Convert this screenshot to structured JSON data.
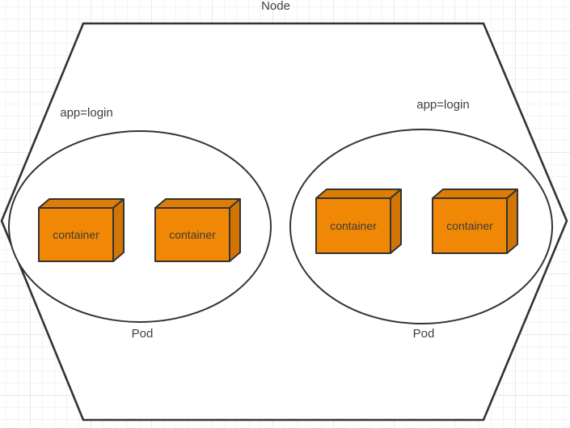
{
  "colors": {
    "container_front": "#f18805",
    "container_top": "#de7d05",
    "container_side": "#d37504",
    "shape_outline": "#333333",
    "label_text": "#3f3f3f",
    "canvas_background": "#ffffff",
    "grid_minor": "#f3f3f3",
    "grid_major": "#e9e9e9"
  },
  "diagram": {
    "node_label": "Node",
    "pods": [
      {
        "app_label": "app=login",
        "pod_label": "Pod",
        "containers": [
          {
            "label": "container"
          },
          {
            "label": "container"
          }
        ]
      },
      {
        "app_label": "app=login",
        "pod_label": "Pod",
        "containers": [
          {
            "label": "container"
          },
          {
            "label": "container"
          }
        ]
      }
    ]
  }
}
